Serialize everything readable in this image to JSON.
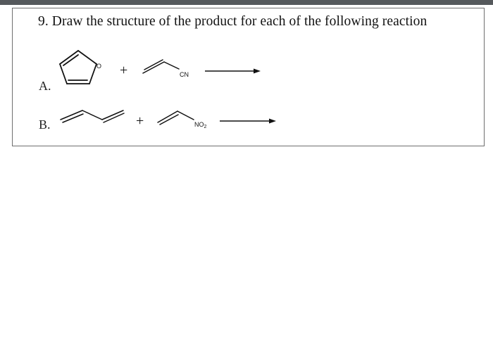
{
  "question": {
    "title": "9. Draw the structure of the product for each of the following reaction"
  },
  "reactions": [
    {
      "label": "A.",
      "diene": "furan",
      "diene_atom_label": "O",
      "plus": "+",
      "dienophile": "acrylonitrile",
      "substituent": "CN"
    },
    {
      "label": "B.",
      "diene": "1,3-butadiene",
      "plus": "+",
      "dienophile": "nitroethylene",
      "substituent_main": "NO",
      "substituent_subscript": "2"
    }
  ]
}
